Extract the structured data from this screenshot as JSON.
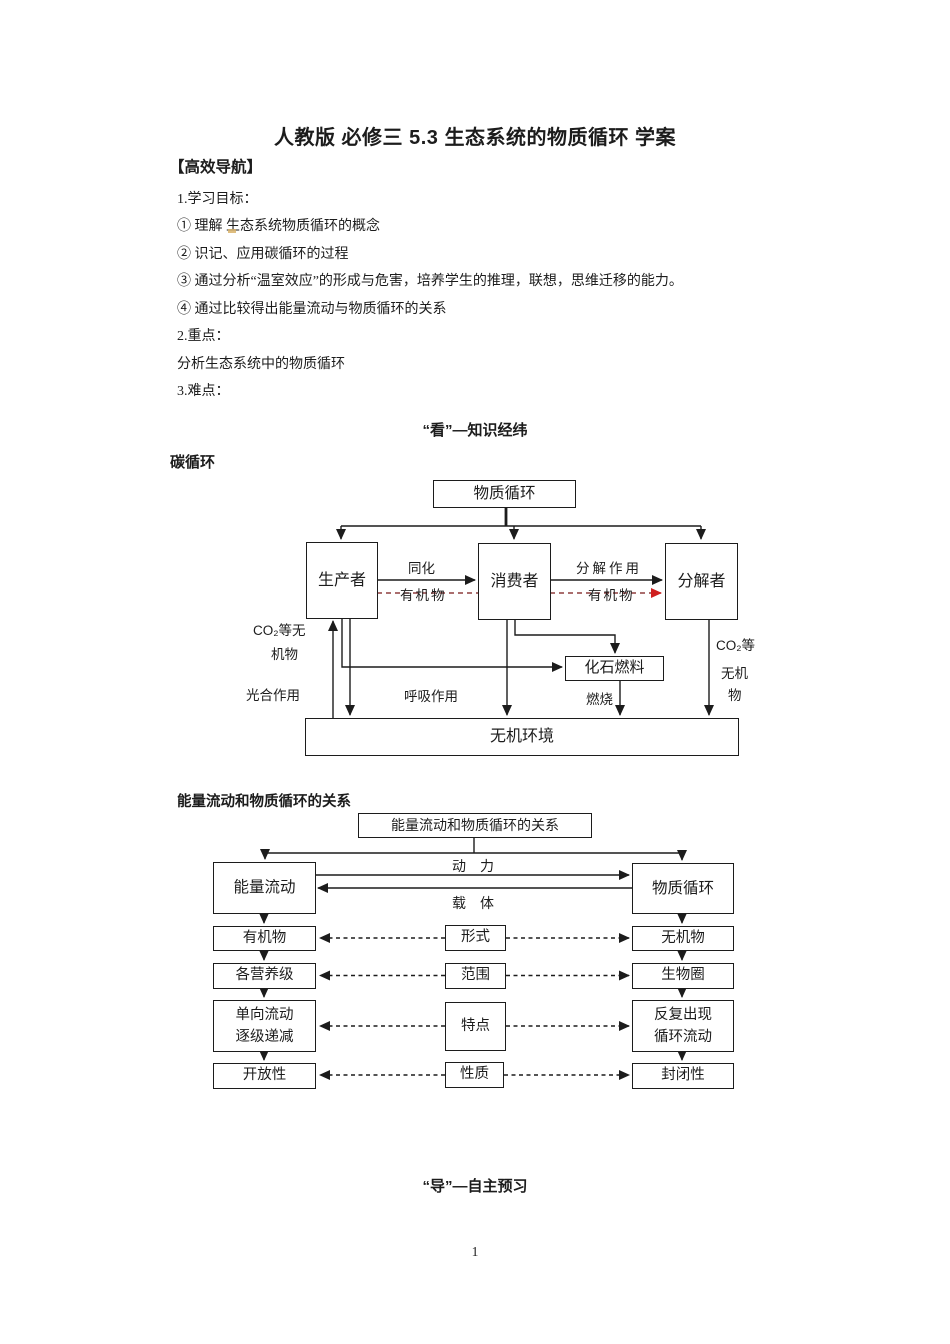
{
  "page": {
    "title": "人教版 必修三 5.3 生态系统的物质循环 学案",
    "page_number": "1"
  },
  "nav": {
    "heading": "【高效导航】",
    "lines": [
      "1.学习目标：",
      "① 理解 生态系统物质循环的概念",
      "② 识记、应用碳循环的过程",
      "③ 通过分析“温室效应”的形成与危害，培养学生的推理，联想，思维迁移的能力。",
      "④ 通过比较得出能量流动与物质循环的关系",
      "2.重点：",
      "分析生态系统中的物质循环",
      "3.难点："
    ]
  },
  "sections": {
    "kan": "“看”—知识经纬",
    "dao": "“导”—自主预习"
  },
  "carbon": {
    "heading": "碳循环",
    "nodes": {
      "root": "物质循环",
      "producer": "生产者",
      "consumer": "消费者",
      "decomposer": "分解者",
      "fossil": "化石燃料",
      "env": "无机环境"
    },
    "labels": {
      "assimilation": "同化",
      "organic1": "有机物",
      "decomposition": "分解作用",
      "organic2": "有机物",
      "co2_left1": "CO₂等无",
      "co2_left2": "机物",
      "photosynthesis": "光合作用",
      "respiration": "呼吸作用",
      "combustion": "燃烧",
      "co2_right1": "CO₂等",
      "co2_right2": "无机",
      "co2_right3": "物"
    }
  },
  "relation": {
    "heading": "能量流动和物质循环的关系",
    "nodes": {
      "root": "能量流动和物质循环的关系",
      "energy": "能量流动",
      "matter": "物质循环",
      "organic": "有机物",
      "form": "形式",
      "inorganic": "无机物",
      "trophic": "各营养级",
      "scope": "范围",
      "biosphere": "生物圈",
      "feature_left1": "单向流动",
      "feature_left2": "逐级递减",
      "feature": "特点",
      "feature_right1": "反复出现",
      "feature_right2": "循环流动",
      "nature_left": "开放性",
      "nature": "性质",
      "nature_right": "封闭性"
    },
    "labels": {
      "power": "动　力",
      "carrier": "载　体"
    }
  },
  "colors": {
    "ink": "#1c1c1c",
    "dashed_organic_line": "#8f3f3f",
    "red_arrowhead": "#cf1f1f",
    "artifact_mark": "#d9b36a"
  }
}
